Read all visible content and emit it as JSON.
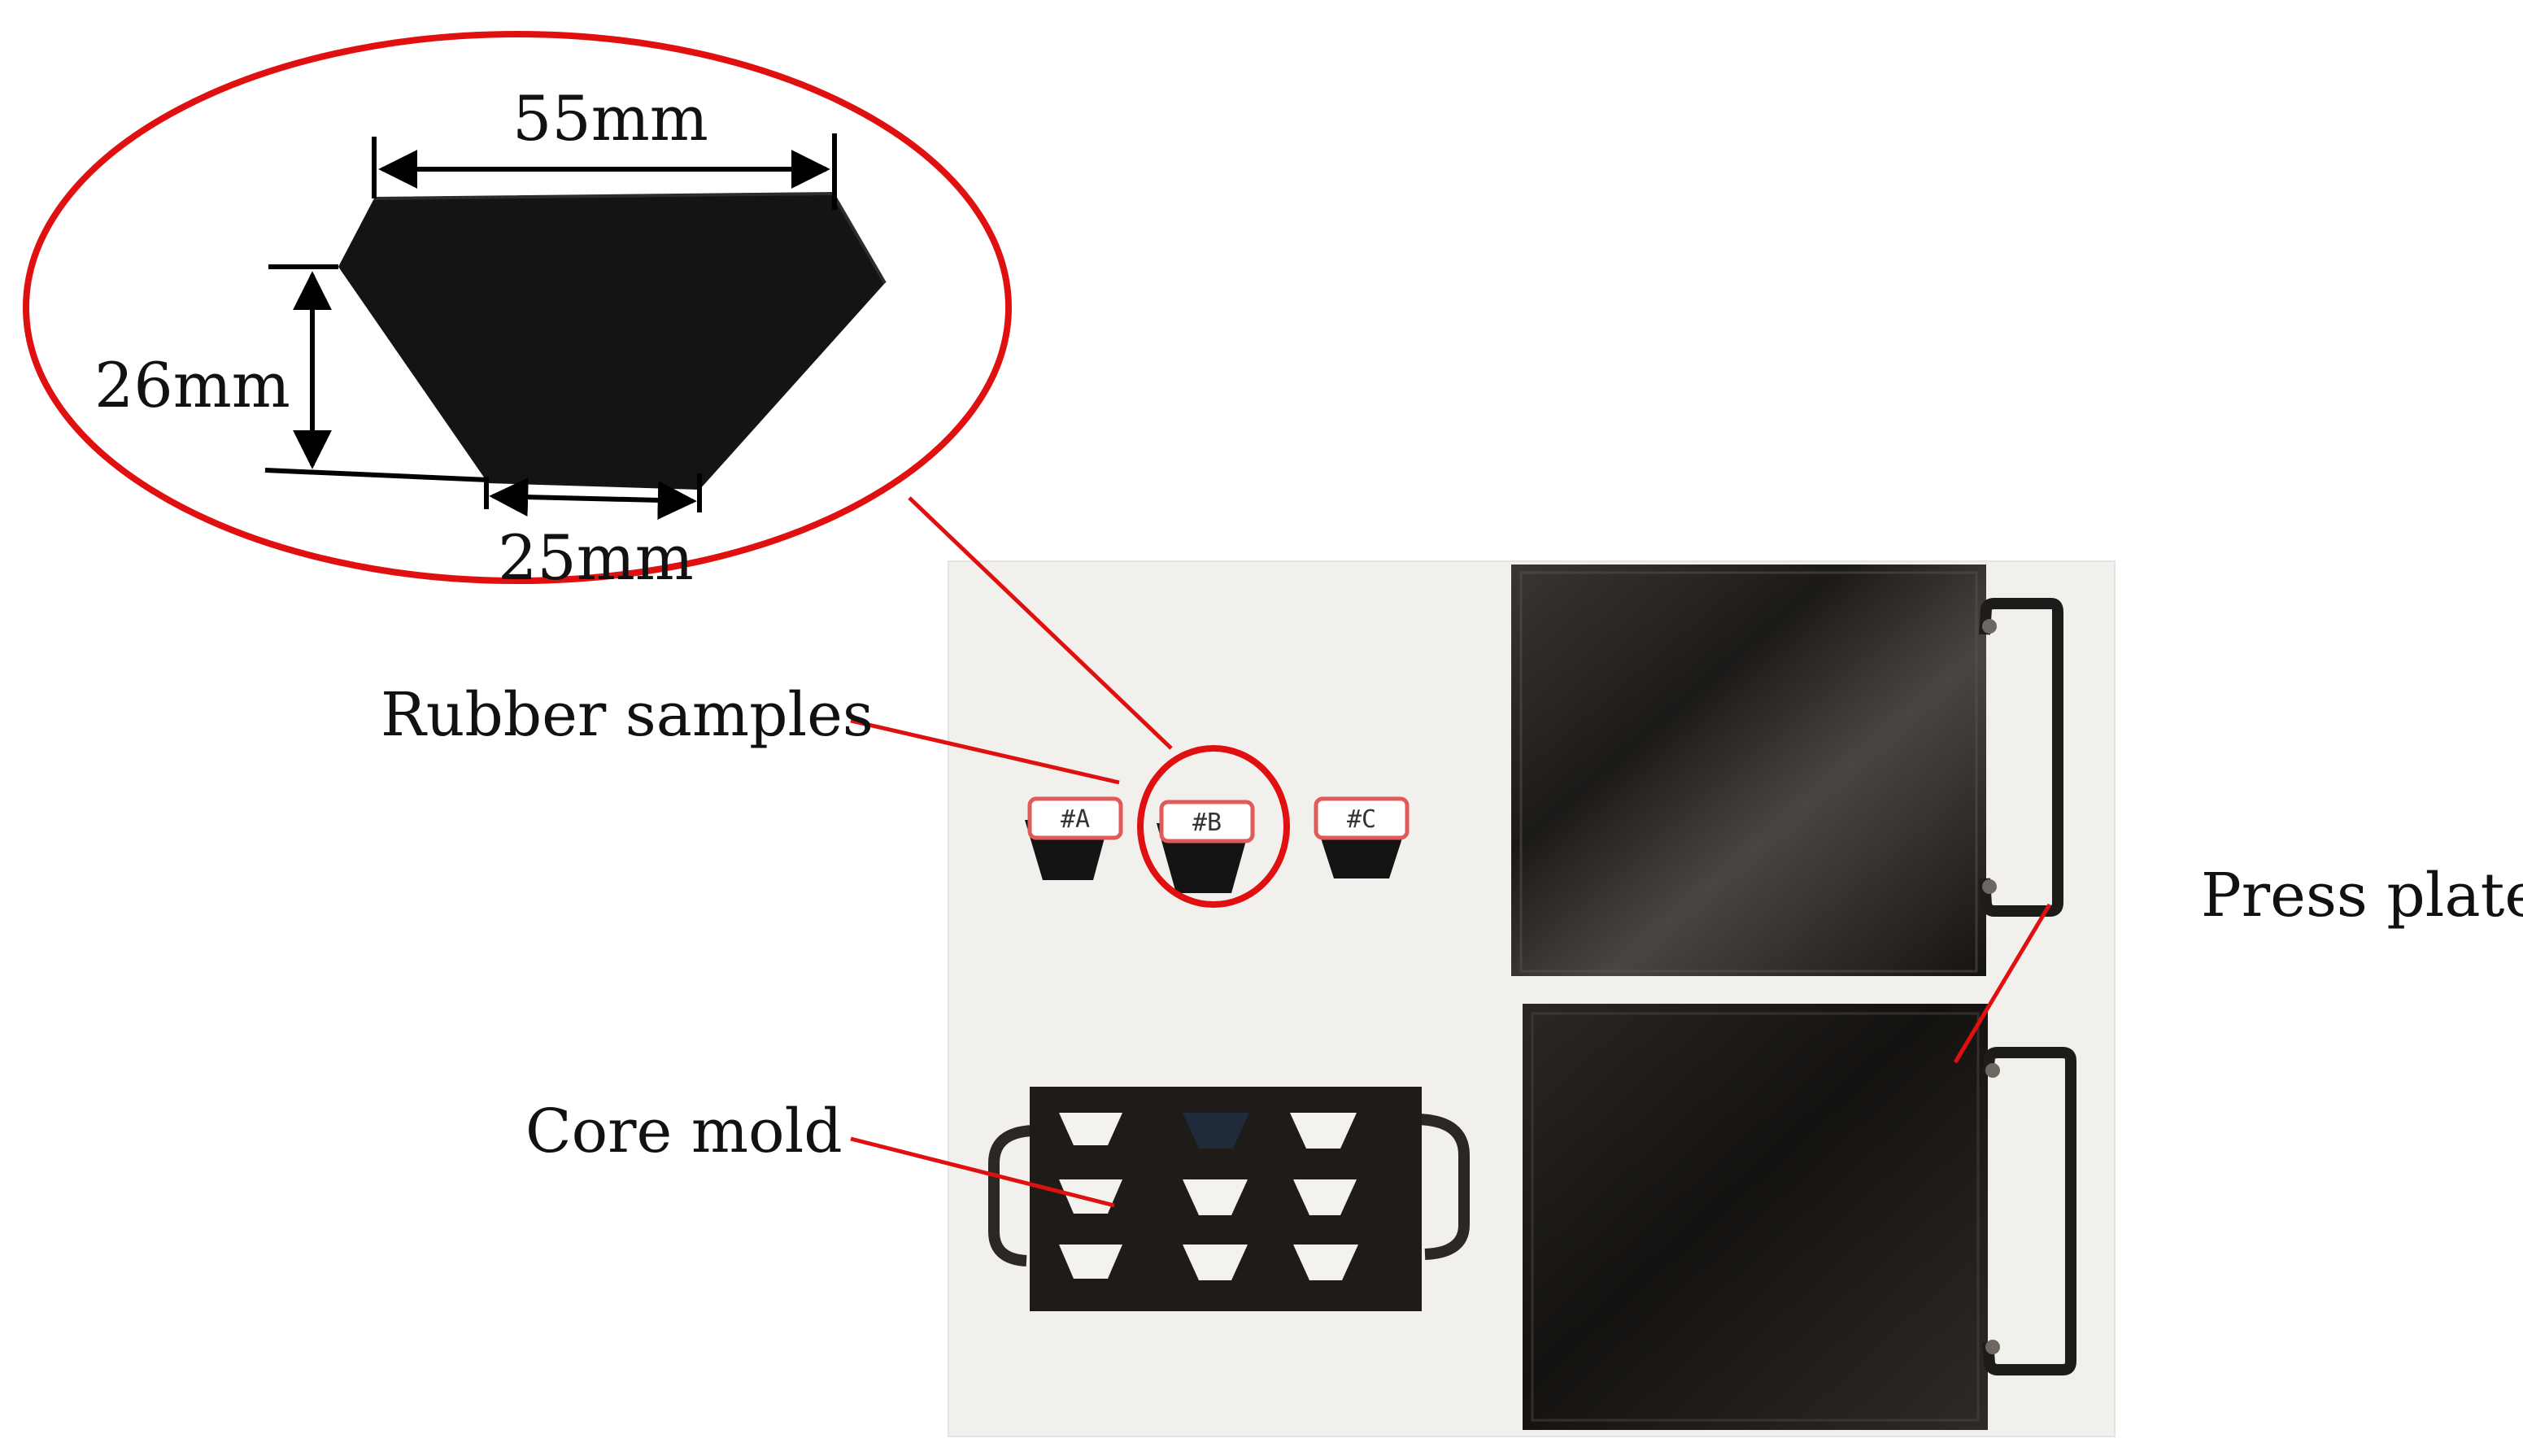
{
  "inset": {
    "top_width": "55mm",
    "height": "26mm",
    "bottom_width": "25mm"
  },
  "labels": {
    "rubber_samples": "Rubber samples",
    "press_plate": "Press plate",
    "core_mold": "Core mold"
  },
  "sample_tags": [
    "#A",
    "#B",
    "#C"
  ],
  "colors": {
    "highlight": "#e01010",
    "rubber": "#141414",
    "steel": "#1b1917",
    "background": "#f1f0ec"
  }
}
